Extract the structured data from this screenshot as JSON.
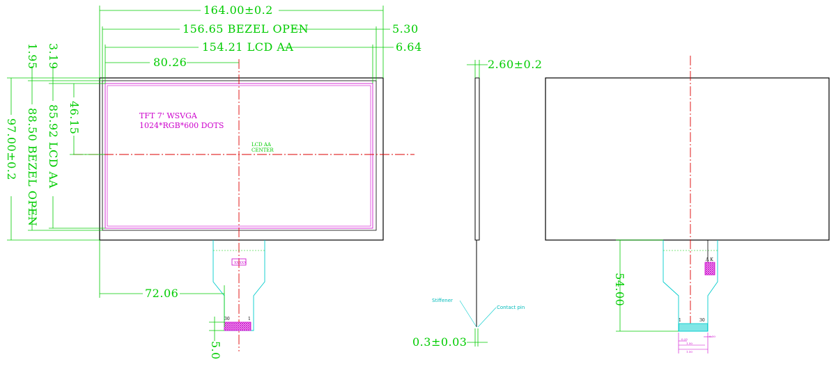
{
  "colors": {
    "outline": "#000000",
    "dimension": "#00cc00",
    "centerline": "#dd0000",
    "inner_frame": "#cc00cc",
    "label_magenta": "#cc00cc",
    "fpc": "#00cccc",
    "stiffener_label": "#00bbbb",
    "pad_hatch": "#cc00cc",
    "pin_cyan": "#00cccc"
  },
  "front_view": {
    "dims": {
      "total_width": "164.00±0.2",
      "bezel_open_width": "156.65 BEZEL OPEN",
      "lcd_aa_width": "154.21 LCD AA",
      "right_offset_bezel": "5.30",
      "right_offset_aa": "6.64",
      "center_x": "80.26",
      "left_offset_aa": "1.95",
      "top_offset_aa": "3.19",
      "total_height": "97.00±0.2",
      "bezel_open_height": "88.50 BEZEL OPEN",
      "lcd_aa_height": "85.92 LCD AA",
      "center_y": "46.15",
      "fpc_offset": "72.06",
      "fpc_pitch": "5.0"
    },
    "panel_label_line1": "TFT 7' WSVGA",
    "panel_label_line2": "1024*RGB*600 DOTS",
    "center_label_line1": "LCD AA",
    "center_label_line2": "CENTER",
    "fpc_box_label": "XXXXX",
    "pin_left": "30",
    "pin_right": "1"
  },
  "side_view": {
    "thickness": "2.60±0.2",
    "fpc_thickness": "0.3±0.03",
    "stiffener_label": "Stiffener",
    "contact_label": "Contact pin"
  },
  "back_view": {
    "fpc_length": "54.00",
    "pin_left": "1",
    "pin_right": "30",
    "led_label": "A K",
    "pitch_dims": [
      "0.25",
      "0.50",
      "1.50",
      "1.50"
    ]
  }
}
